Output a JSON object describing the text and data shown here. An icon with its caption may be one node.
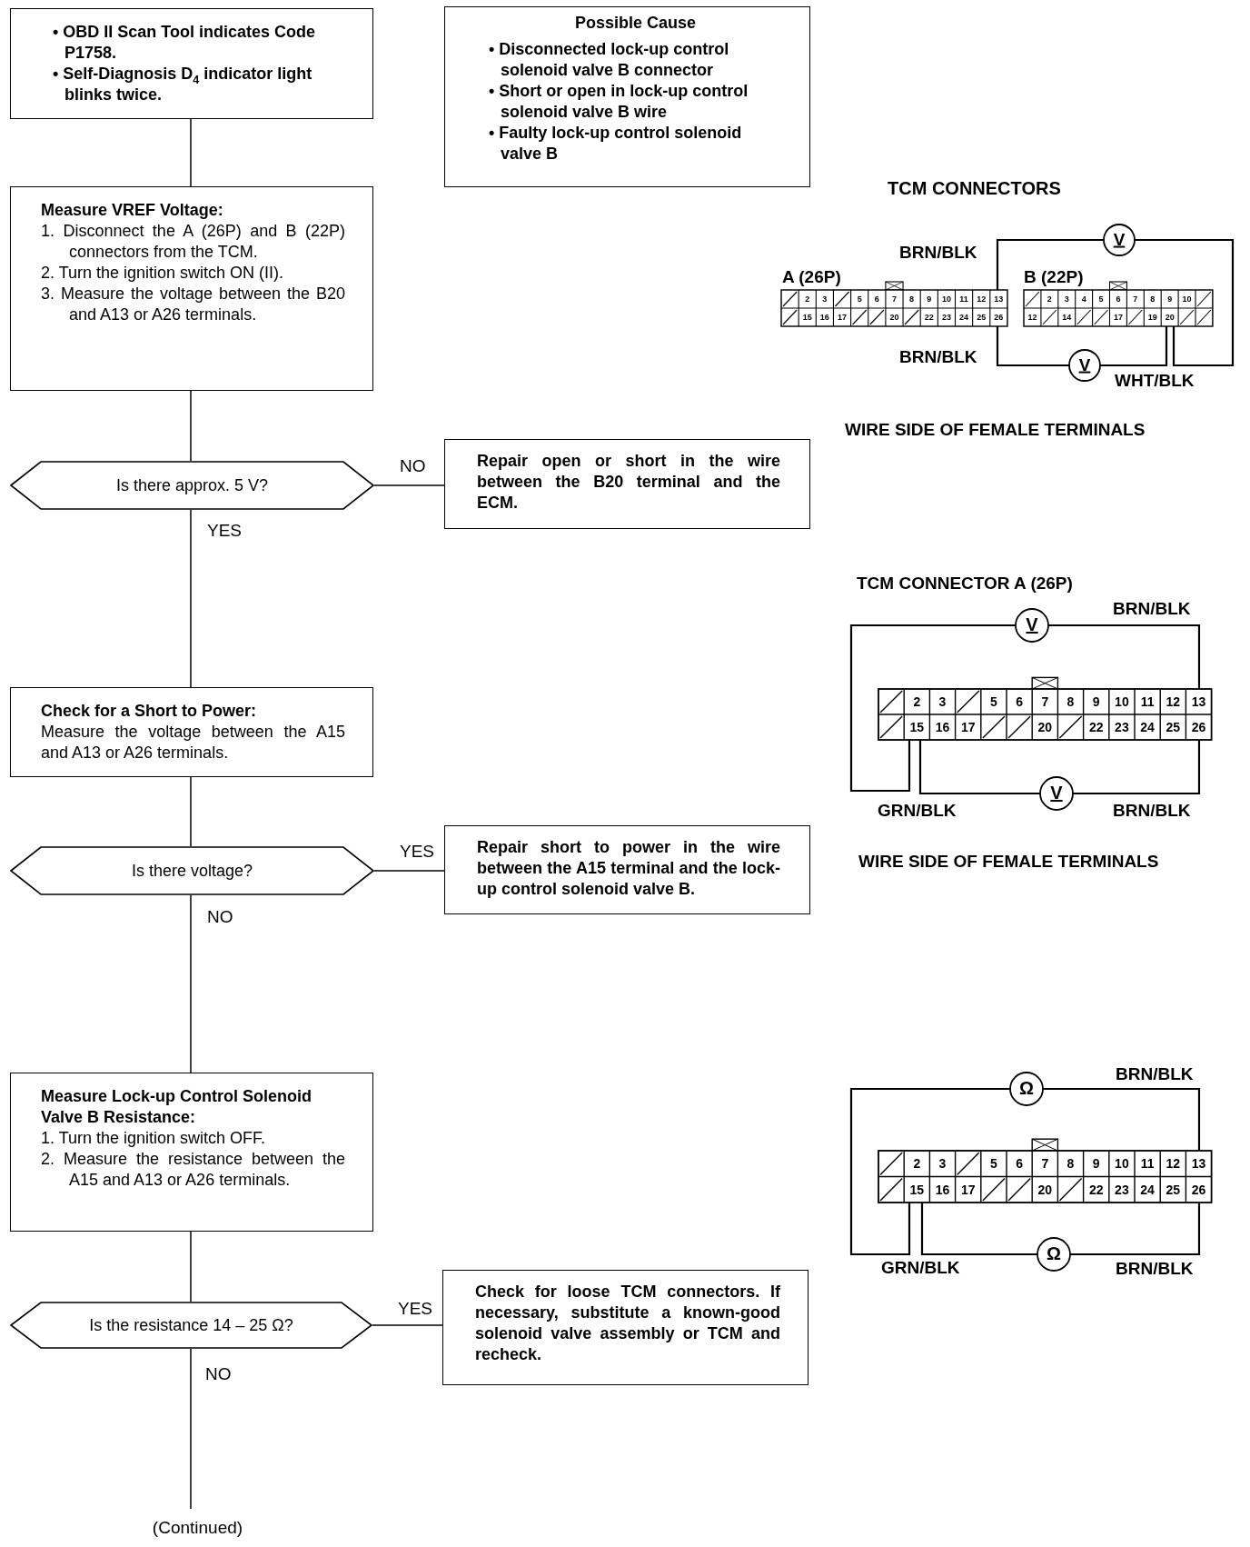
{
  "diagram": {
    "nodes": [
      {
        "text": [
          "• OBD II Scan Tool indicates Code P1758.",
          "• Self-Diagnosis D$_{4}$ indicator light blinks twice."
        ]
      },
      {
        "text": [
          "Possible Cause",
          "• Disconnected lock-up control solenoid valve B connector",
          "• Short or open in lock-up control solenoid valve B wire",
          "• Faulty lock-up control solenoid valve B"
        ]
      },
      {
        "text": [
          "Measure VREF Voltage:",
          "1. Disconnect the A (26P) and B (22P) connectors from the TCM.",
          "2. Turn the ignition switch ON (II).",
          "3. Measure the voltage between the B20 and A13 or A26 terminals."
        ]
      },
      {
        "text": [
          "Is there approx. 5 V?"
        ]
      },
      {
        "text": [
          "Repair open or short in the wire between the B20 terminal and the ECM."
        ]
      },
      {
        "text": [
          "Check for a Short to Power:",
          "Measure the voltage between the A15 and A13 or A26 terminals."
        ]
      },
      {
        "text": [
          "Is there voltage?"
        ]
      },
      {
        "text": [
          "Repair short to power in the wire between the A15 terminal and the lock-up control solenoid valve B."
        ]
      },
      {
        "text": [
          "Measure Lock-up Control Solenoid Valve B Resistance:",
          "1. Turn the ignition switch OFF.",
          "2. Measure the resistance between the A15 and A13 or A26 terminals."
        ]
      },
      {
        "text": [
          "Is the resistance 14 – 25 Ω?"
        ]
      },
      {
        "text": [
          "Check for loose TCM connectors. If necessary, substitute a known-good solenoid valve assembly or TCM and recheck."
        ]
      },
      {
        "text": [
          "(Continued)"
        ]
      },
      {
        "text": [
          "V"
        ]
      },
      {
        "text": [
          "V"
        ]
      },
      {
        "text": [
          "V"
        ]
      },
      {
        "text": [
          "V"
        ]
      },
      {
        "text": [
          "Ω"
        ]
      },
      {
        "text": [
          "Ω"
        ]
      }
    ],
    "edges": [
      {
        "from": 0,
        "to": 2,
        "arrow": "none"
      },
      {
        "from": 2,
        "to": 3,
        "arrow": "none"
      },
      {
        "from": 3,
        "to": 4,
        "arrow": "none",
        "label": "NO"
      },
      {
        "from": 3,
        "to": 5,
        "arrow": "none",
        "label": "YES"
      },
      {
        "from": 5,
        "to": 6,
        "arrow": "none"
      },
      {
        "from": 6,
        "to": 7,
        "arrow": "none",
        "label": "YES"
      },
      {
        "from": 6,
        "to": 8,
        "arrow": "none",
        "label": "NO"
      },
      {
        "from": 8,
        "to": 9,
        "arrow": "none"
      },
      {
        "from": 9,
        "to": 10,
        "arrow": "none",
        "label": "YES"
      },
      {
        "from": 9,
        "to": 11,
        "arrow": "none",
        "label": "NO"
      }
    ],
    "labels": [
      "TCM CONNECTORS",
      "BRN/BLK",
      "A (26P)",
      "B (22P)",
      "2",
      "3",
      "5",
      "6",
      "7",
      "8",
      "9",
      "10",
      "11",
      "12",
      "13",
      "15",
      "16",
      "17",
      "20",
      "22",
      "23",
      "24",
      "25",
      "26",
      "2",
      "3",
      "4",
      "5",
      "6",
      "7",
      "8",
      "9",
      "10",
      "12",
      "14",
      "17",
      "19",
      "20",
      "BRN/BLK",
      "WHT/BLK",
      "WIRE SIDE OF FEMALE TERMINALS",
      "TCM CONNECTOR A (26P)",
      "BRN/BLK",
      "2",
      "3",
      "5",
      "6",
      "7",
      "8",
      "9",
      "10",
      "11",
      "12",
      "13",
      "15",
      "16",
      "17",
      "20",
      "22",
      "23",
      "24",
      "25",
      "26",
      "GRN/BLK",
      "BRN/BLK",
      "WIRE SIDE OF FEMALE TERMINALS",
      "BRN/BLK",
      "2",
      "3",
      "5",
      "6",
      "7",
      "8",
      "9",
      "10",
      "11",
      "12",
      "13",
      "15",
      "16",
      "17",
      "20",
      "22",
      "23",
      "24",
      "25",
      "26",
      "GRN/BLK",
      "BRN/BLK"
    ]
  }
}
